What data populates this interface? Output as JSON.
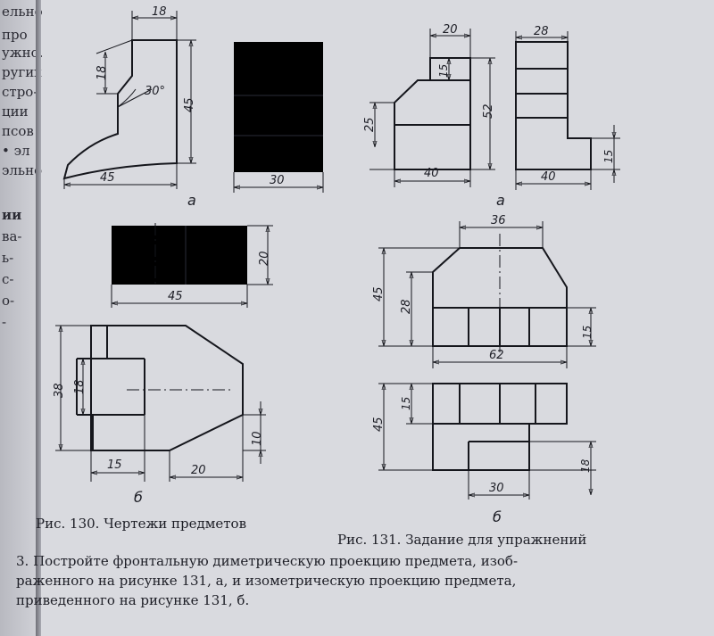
{
  "left_page_fragments": [
    "ельно",
    "про",
    "ужно.",
    "ругих",
    "стро-",
    "ции",
    "псов",
    "• эл",
    "эльно",
    "ии",
    "ва-",
    "ь-",
    "с-",
    "о-",
    "-"
  ],
  "figure130": {
    "caption": "Рис. 130. Чертежи предметов",
    "views_a": {
      "label": "а",
      "dims": [
        "18",
        "18",
        "30°",
        "45",
        "45",
        "30"
      ]
    },
    "views_b": {
      "label": "б",
      "dims": [
        "20",
        "45",
        "38",
        "18",
        "15",
        "20",
        "10"
      ]
    }
  },
  "figure131": {
    "caption": "Рис. 131. Задание для упражнений",
    "views_a": {
      "label": "а",
      "dims": [
        "20",
        "15",
        "52",
        "25",
        "40",
        "28",
        "15",
        "40"
      ]
    },
    "views_b": {
      "label": "б",
      "dims": [
        "36",
        "45",
        "28",
        "15",
        "62",
        "15",
        "45",
        "18",
        "30"
      ]
    }
  },
  "task": {
    "number": "3.",
    "line1": "Постройте фронтальную диметрическую проекцию предмета, изоб-",
    "line2": "раженного на рисунке 131, а, и изометрическую проекцию предмета,",
    "line3": "приведенного на рисунке 131, б."
  }
}
